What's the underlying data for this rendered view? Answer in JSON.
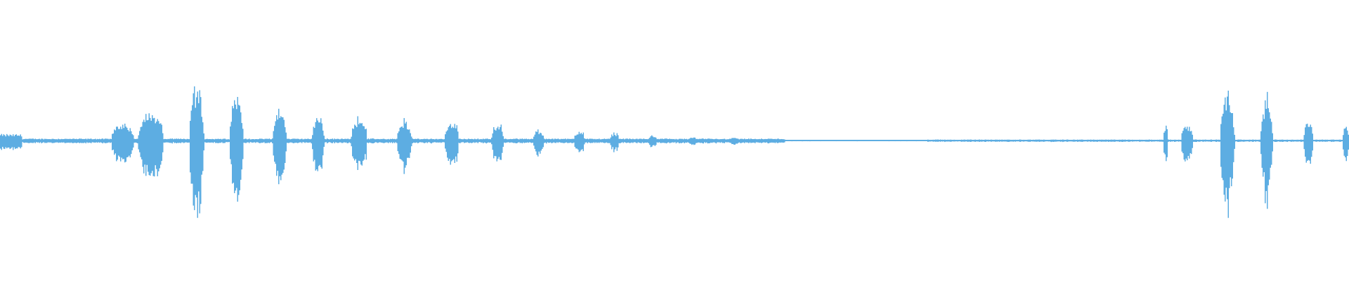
{
  "chart_data": {
    "type": "area",
    "description_kind": "audio-waveform",
    "color": "#5DADE2",
    "background": "#FFFFFF",
    "x_unit": "percent_of_clip_duration",
    "y_unit": "normalized_amplitude",
    "ylim": [
      -1,
      1
    ],
    "grid": false,
    "legend": "none",
    "noise_floor": [
      {
        "start": 0.0,
        "end": 1.6,
        "amplitude": 0.1
      },
      {
        "start": 1.6,
        "end": 58.2,
        "amplitude": 0.03
      },
      {
        "start": 58.2,
        "end": 68.7,
        "amplitude": 0.008
      },
      {
        "start": 68.7,
        "end": 100,
        "amplitude": 0.015
      }
    ],
    "bursts": [
      {
        "start": 8.2,
        "end": 10.1,
        "amplitude": 0.33
      },
      {
        "start": 10.2,
        "end": 12.3,
        "amplitude": 0.55
      },
      {
        "start": 14.0,
        "end": 15.2,
        "amplitude": 1.0
      },
      {
        "start": 17.0,
        "end": 18.1,
        "amplitude": 0.85
      },
      {
        "start": 20.2,
        "end": 21.3,
        "amplitude": 0.6
      },
      {
        "start": 23.1,
        "end": 24.1,
        "amplitude": 0.45
      },
      {
        "start": 26.0,
        "end": 27.3,
        "amplitude": 0.45
      },
      {
        "start": 29.4,
        "end": 30.6,
        "amplitude": 0.35
      },
      {
        "start": 32.9,
        "end": 34.1,
        "amplitude": 0.35
      },
      {
        "start": 36.4,
        "end": 37.4,
        "amplitude": 0.3
      },
      {
        "start": 39.5,
        "end": 40.4,
        "amplitude": 0.2
      },
      {
        "start": 42.5,
        "end": 43.4,
        "amplitude": 0.18
      },
      {
        "start": 45.2,
        "end": 45.9,
        "amplitude": 0.15
      },
      {
        "start": 48.0,
        "end": 48.7,
        "amplitude": 0.1
      },
      {
        "start": 51.0,
        "end": 51.7,
        "amplitude": 0.07
      },
      {
        "start": 54.1,
        "end": 54.8,
        "amplitude": 0.06
      },
      {
        "start": 57.6,
        "end": 58.2,
        "amplitude": 0.02
      },
      {
        "start": 86.2,
        "end": 86.6,
        "amplitude": 0.28
      },
      {
        "start": 87.5,
        "end": 88.5,
        "amplitude": 0.3
      },
      {
        "start": 90.4,
        "end": 91.6,
        "amplitude": 0.8
      },
      {
        "start": 93.4,
        "end": 94.4,
        "amplitude": 0.72
      },
      {
        "start": 96.6,
        "end": 97.4,
        "amplitude": 0.35
      },
      {
        "start": 99.5,
        "end": 100,
        "amplitude": 0.3
      }
    ]
  }
}
